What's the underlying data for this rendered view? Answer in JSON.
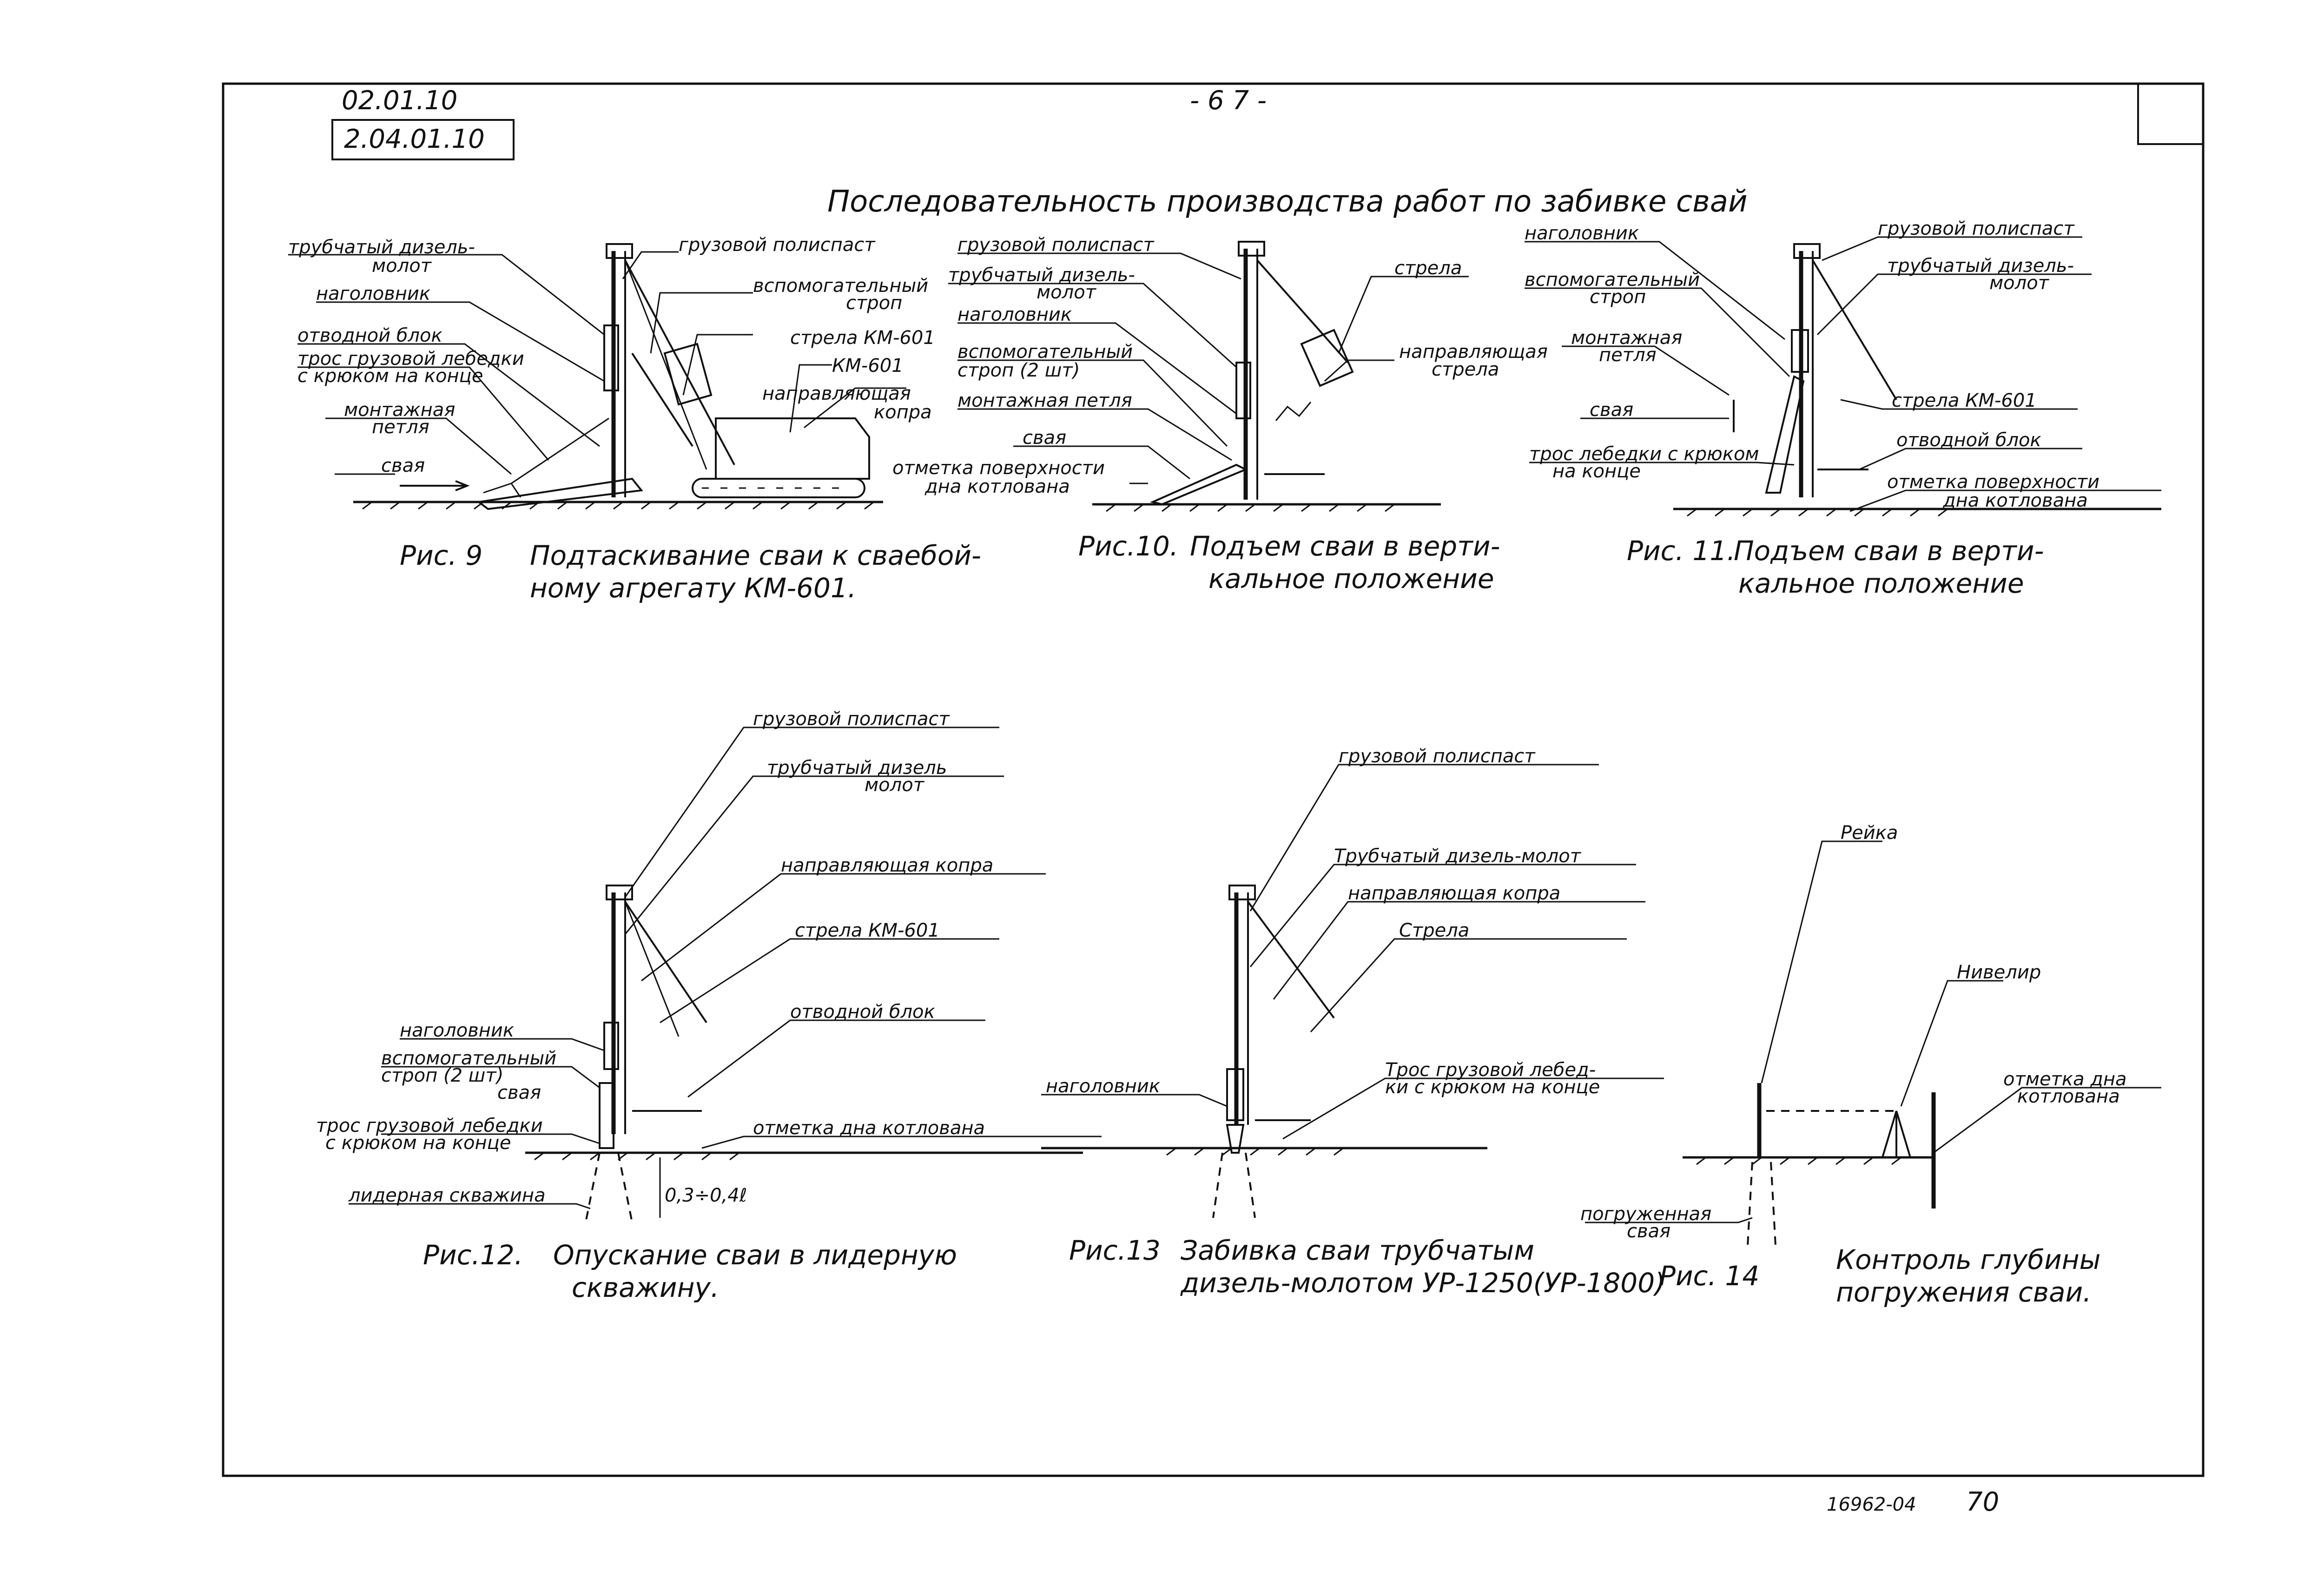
{
  "header": {
    "code_top": "02.01.10",
    "code_box": "2.04.01.10",
    "page_number": "- 6 7 -"
  },
  "title": "Последовательность производства работ по забивке свай",
  "fig9": {
    "caption_num": "Рис. 9",
    "caption_line1": "Подтаскивание сваи к сваебой-",
    "caption_line2": "ному агрегату КМ-601.",
    "labels": {
      "hammer": "трубчатый дизель-",
      "hammer2": "молот",
      "headpiece": "наголовник",
      "block": "отводной блок",
      "cable": "трос грузовой лебедки",
      "cable2": "с крюком на конце",
      "loop": "монтажная",
      "loop2": "петля",
      "pile": "свая",
      "pulley": "грузовой полиспаст",
      "sling": "вспомогательный",
      "sling2": "строп",
      "boom": "стрела КМ-601",
      "machine": "КМ-601",
      "guide": "направляющая",
      "guide2": "копра"
    }
  },
  "fig10": {
    "caption_num": "Рис.10.",
    "caption_line1": "Подъем сваи в верти-",
    "caption_line2": "кальное положение",
    "labels": {
      "pulley": "грузовой полиспаст",
      "hammer": "трубчатый дизель-",
      "hammer2": "молот",
      "headpiece": "наголовник",
      "sling": "вспомогательный",
      "sling2": "строп (2 шт)",
      "loop": "монтажная петля",
      "pile": "свая",
      "bottom": "отметка поверхности",
      "bottom2": "дна котлована",
      "boom": "стрела",
      "guide": "направляющая",
      "guide2": "стрела"
    }
  },
  "fig11": {
    "caption_num": "Рис. 11.",
    "caption_line1": "Подъем сваи в верти-",
    "caption_line2": "кальное положение",
    "labels": {
      "headpiece": "наголовник",
      "sling": "вспомогательный",
      "sling2": "строп",
      "loop": "монтажная",
      "loop2": "петля",
      "pile": "свая",
      "cable": "трос лебедки с крюком",
      "cable2": "на конце",
      "pulley": "грузовой полиспаст",
      "hammer": "трубчатый дизель-",
      "hammer2": "молот",
      "boom": "стрела КМ-601",
      "block": "отводной блок",
      "bottom": "отметка поверхности",
      "bottom2": "дна котлована"
    }
  },
  "fig12": {
    "caption_num": "Рис.12.",
    "caption_line1": "Опускание сваи в лидерную",
    "caption_line2": "скважину.",
    "labels": {
      "pulley": "грузовой полиспаст",
      "hammer": "трубчатый дизель",
      "hammer2": "молот",
      "guide": "направляющая копра",
      "boom": "стрела КМ-601",
      "block": "отводной блок",
      "bottom": "отметка дна котлована",
      "headpiece": "наголовник",
      "sling": "вспомогательный",
      "sling2": "строп (2 шт)",
      "pile": "свая",
      "cable": "трос грузовой лебедки",
      "cable2": "с крюком на конце",
      "hole": "лидерная скважина",
      "depth": "0,3÷0,4ℓ"
    }
  },
  "fig13": {
    "caption_num": "Рис.13",
    "caption_line1": "Забивка сваи трубчатым",
    "caption_line2": "дизель-молотом УР-1250(УР-1800)",
    "labels": {
      "pulley": "грузовой полиспаст",
      "hammer": "Трубчатый дизель-молот",
      "guide": "направляющая копра",
      "boom": "Стрела",
      "headpiece": "наголовник",
      "cable": "Трос грузовой лебед-",
      "cable2": "ки с крюком на конце"
    }
  },
  "fig14": {
    "caption_num": "Рис. 14",
    "caption_line1": "Контроль глубины",
    "caption_line2": "погружения сваи.",
    "labels": {
      "rod": "Рейка",
      "level": "Нивелир",
      "bottom": "отметка дна",
      "bottom2": "котлована",
      "pile": "погруженная",
      "pile2": "свая"
    }
  },
  "footer": {
    "doc_number": "16962-04",
    "sheet": "70"
  }
}
